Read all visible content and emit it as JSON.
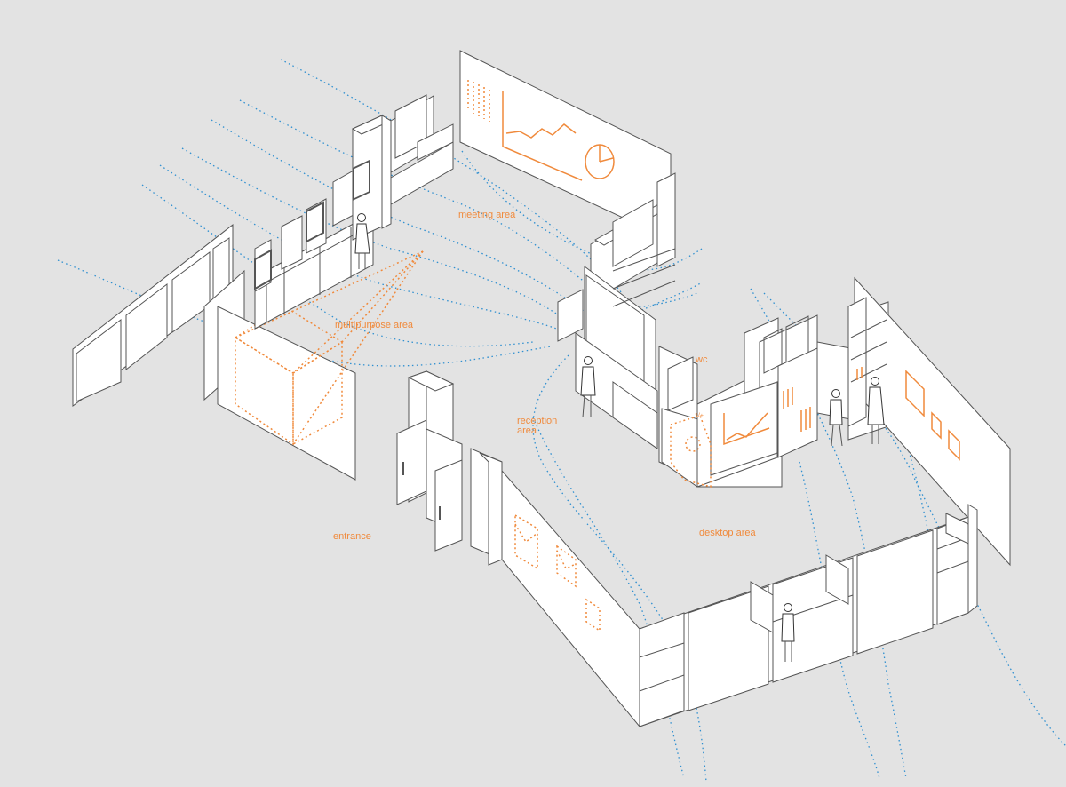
{
  "colors": {
    "background": "#e3e3e3",
    "wall_fill": "#ffffff",
    "line": "#555555",
    "accent_orange": "#f08a3c",
    "path_blue": "#2f8fd0"
  },
  "labels": {
    "meeting": "meeting area",
    "multipurpose": "multipurpose area",
    "wc": "wc",
    "reception": "reception area",
    "entrance": "entrance",
    "desktop": "desktop area"
  },
  "graphic": {
    "chart_small_text": "1/+"
  },
  "icons": [
    "person-figure-icon",
    "line-chart-icon",
    "pie-chart-icon",
    "dotted-frame-icon"
  ]
}
